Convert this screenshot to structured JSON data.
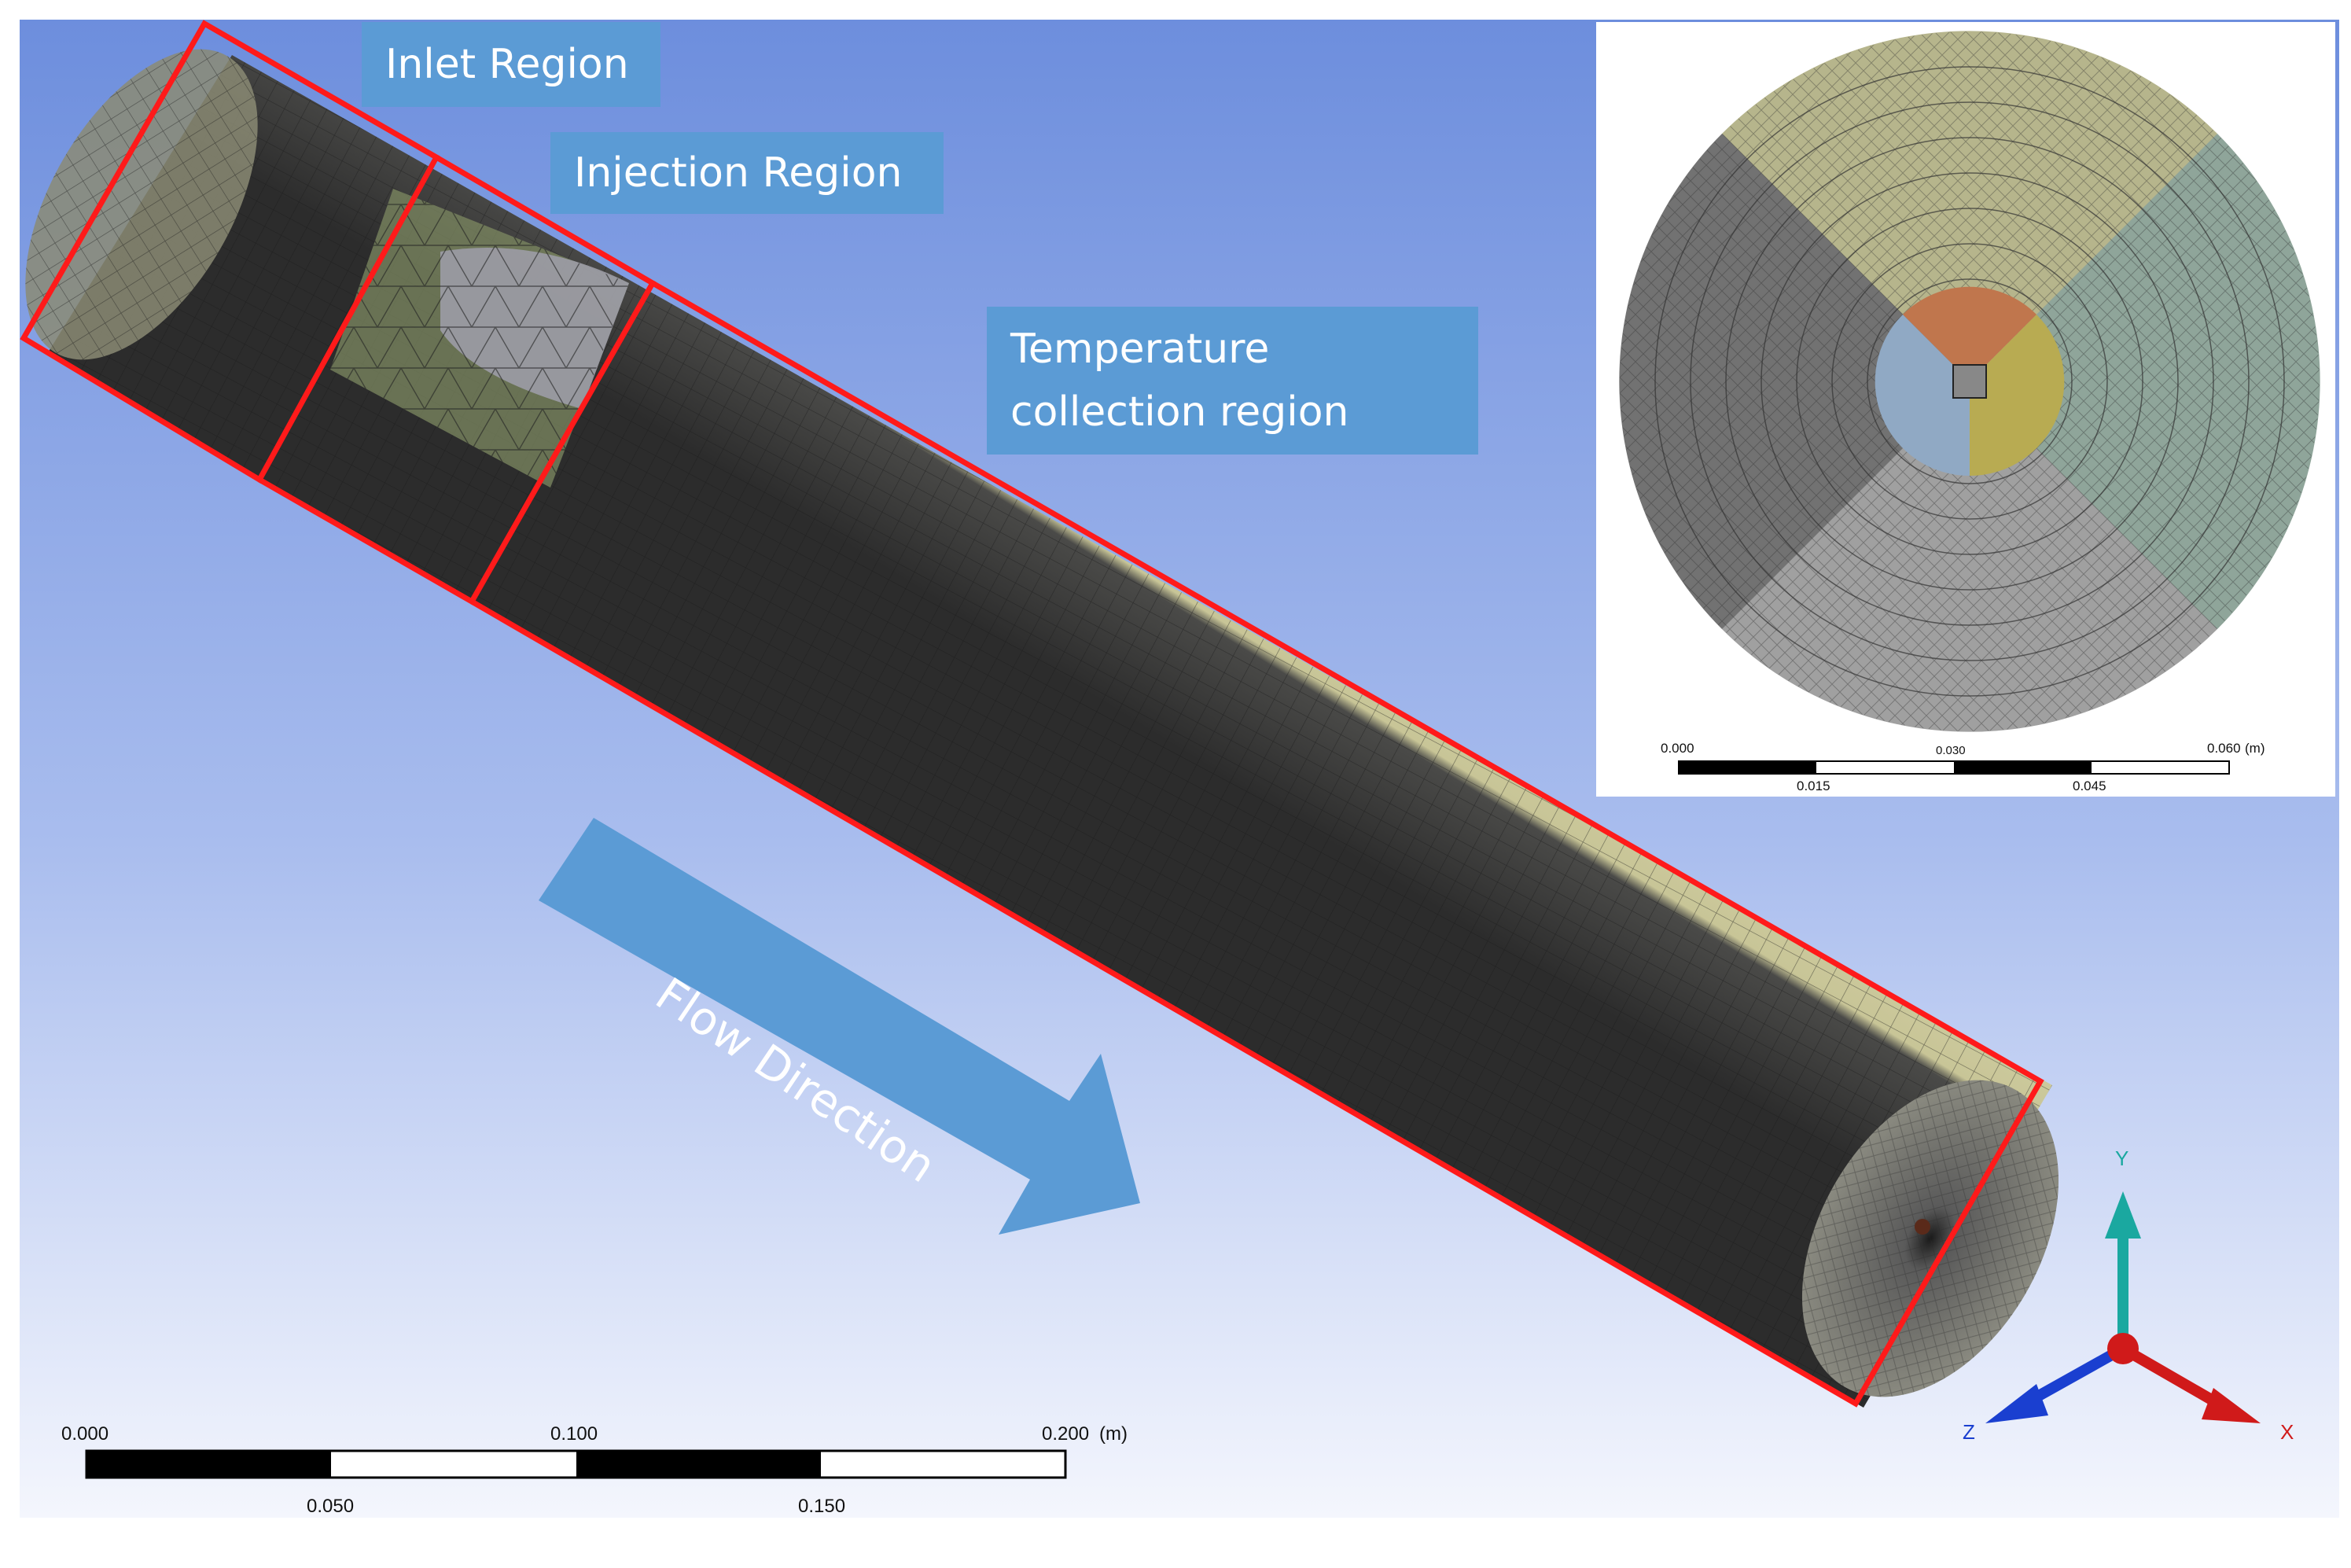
{
  "viewport": {
    "background_top": "#6f8fde",
    "background_bottom": "#ffffff",
    "mesh_light": "#c8c69a",
    "mesh_dark": "#3a3a3a",
    "region_outline_color": "#ff1a1a"
  },
  "labels": {
    "inlet": "Inlet Region",
    "injection": "Injection Region",
    "temperature_line1": "Temperature",
    "temperature_line2": "collection region",
    "flow": "Flow Direction",
    "label_bg": "#5b9bd5",
    "flow_arrow_color": "#5b9bd5"
  },
  "main_scale": {
    "ticks_top": [
      "0.000",
      "0.100",
      "0.200"
    ],
    "unit": "(m)",
    "ticks_bottom": [
      "0.050",
      "0.150"
    ]
  },
  "inset": {
    "ticks_top": [
      "0.000",
      "0.030",
      "0.060"
    ],
    "unit": "(m)",
    "ticks_bottom": [
      "0.015",
      "0.045"
    ],
    "sector_colors": [
      "#b6b58c",
      "#8fa59a",
      "#9a9a9a",
      "#6e6e6e"
    ],
    "core_colors": [
      "#c0764d",
      "#b8ab52",
      "#90a9c4"
    ]
  },
  "triad": {
    "y": "Y",
    "x": "X",
    "z": "Z",
    "y_color": "#1aa8a0",
    "x_color": "#d01a1a",
    "z_color": "#1a3fd0"
  }
}
